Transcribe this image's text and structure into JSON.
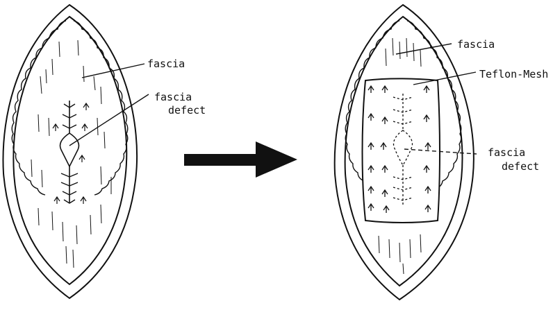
{
  "labels": {
    "left_fascia": "fascia",
    "left_defect_line1": "fascia",
    "left_defect_line2": "defect",
    "right_fascia": "fascia",
    "right_mesh": "Teflon-Mesh",
    "right_defect_line1": "fascia",
    "right_defect_line2": "defect"
  },
  "colors": {
    "ink": "#111111",
    "background": "#ffffff"
  },
  "icons": {
    "transition": "right-arrow-icon"
  }
}
